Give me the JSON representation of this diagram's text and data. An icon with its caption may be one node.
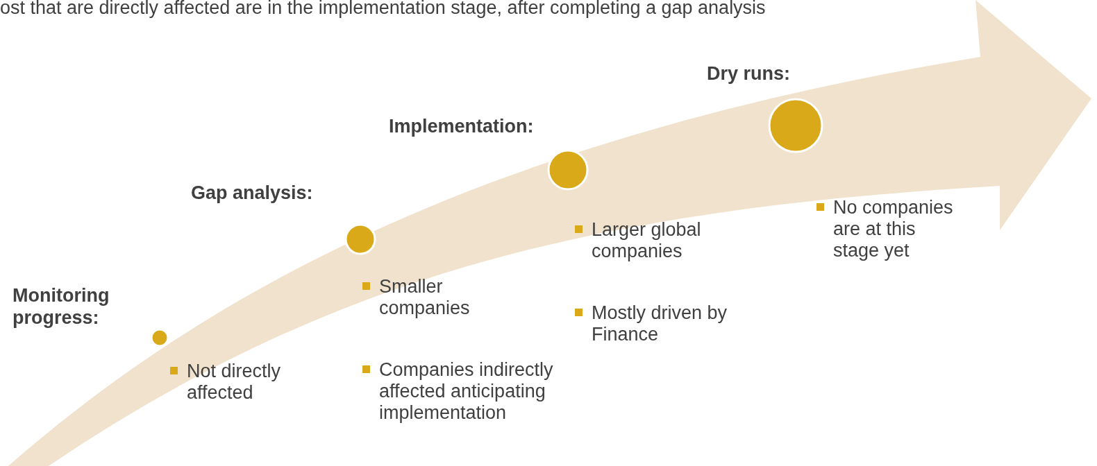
{
  "diagram": {
    "nodes": [
      {
        "text": [
          "Monitoring progress:"
        ],
        "beside": [
          "Not directly affected"
        ]
      },
      {
        "text": [
          "Gap analysis:"
        ],
        "beside": [
          "Smaller companies",
          "Companies indirectly affected anticipating implementation"
        ]
      },
      {
        "text": [
          "Implementation:"
        ],
        "beside": [
          "Larger global companies",
          "Mostly driven by Finance"
        ]
      },
      {
        "text": [
          "Dry runs:"
        ],
        "beside": [
          "No companies are at this stage yet"
        ]
      }
    ],
    "labels": [
      "ost that are directly affected are in the implementation stage, after completing a gap analysis"
    ]
  }
}
